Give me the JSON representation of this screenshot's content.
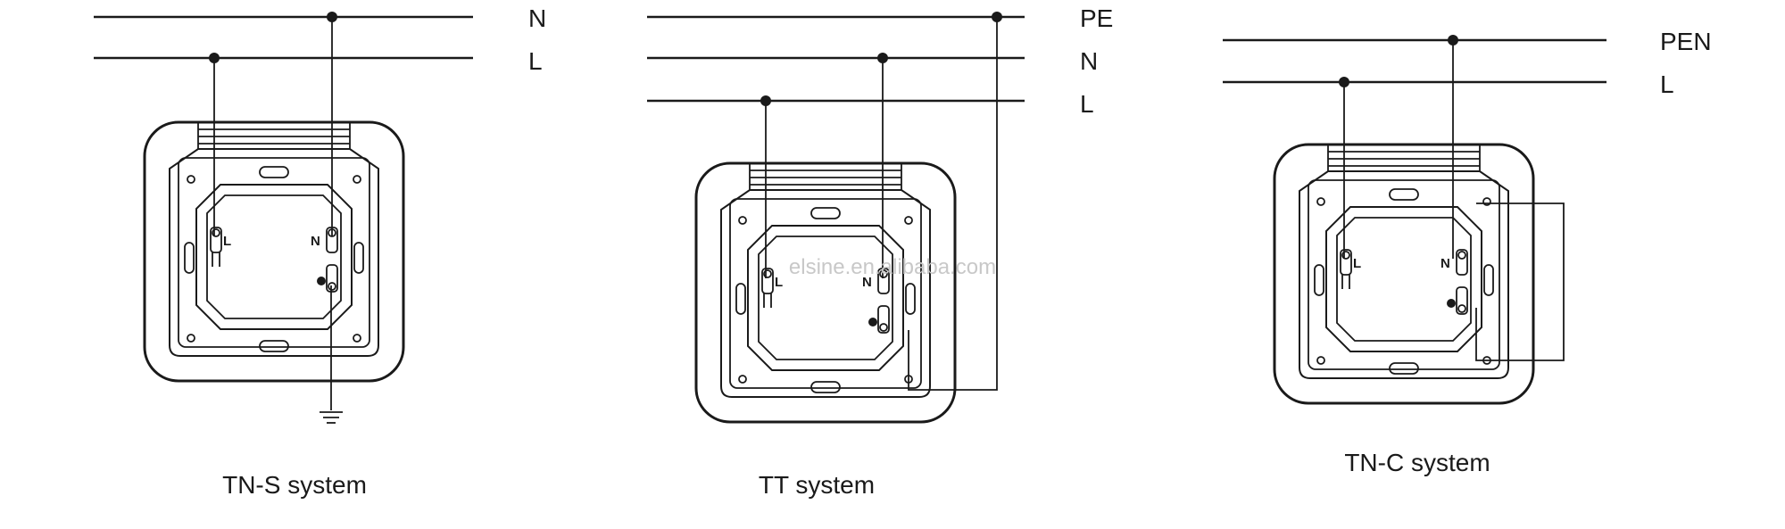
{
  "watermark": "elsine.en.alibaba.com",
  "systems": [
    {
      "caption": "TN-S system",
      "lines": [
        "N",
        "L"
      ],
      "terminal_left": "L",
      "terminal_right": "N"
    },
    {
      "caption": "TT system",
      "lines": [
        "PE",
        "N",
        "L"
      ],
      "terminal_left": "L",
      "terminal_right": "N"
    },
    {
      "caption": "TN-C system",
      "lines": [
        "PEN",
        "L"
      ],
      "terminal_left": "L",
      "terminal_right": "N"
    }
  ]
}
